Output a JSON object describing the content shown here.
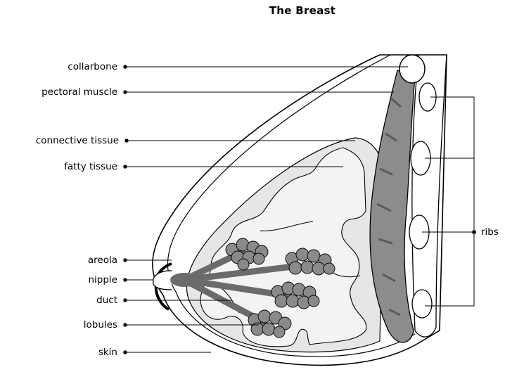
{
  "title": "The Breast",
  "labels": {
    "collarbone": "collarbone",
    "pectoral_muscle": "pectoral muscle",
    "connective_tissue": "connective tissue",
    "fatty_tissue": "fatty tissue",
    "areola": "areola",
    "nipple": "nipple",
    "duct": "duct",
    "lobules": "lobules",
    "skin": "skin",
    "ribs": "ribs"
  },
  "colors": {
    "line": "#000000",
    "muscle": "#8c8c8c",
    "muscle_dark": "#5a5a5a",
    "lobule": "#8a8a8a",
    "duct": "#6b6b6b",
    "fat": "#f3f3f3",
    "connective": "#e6e6e6"
  }
}
